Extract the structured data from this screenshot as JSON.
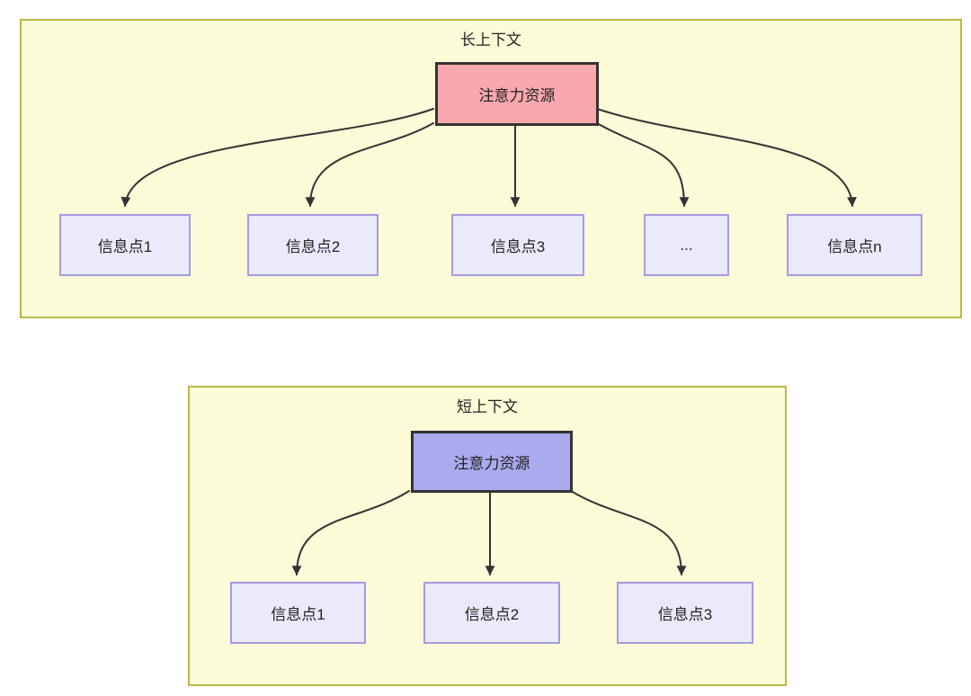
{
  "sections": {
    "long": {
      "title": "长上下文",
      "root_label": "注意力资源",
      "items": [
        "信息点1",
        "信息点2",
        "信息点3",
        "...",
        "信息点n"
      ]
    },
    "short": {
      "title": "短上下文",
      "root_label": "注意力资源",
      "items": [
        "信息点1",
        "信息点2",
        "信息点3"
      ]
    }
  },
  "colors": {
    "section_fill": "#fbfbd8",
    "section_border": "#b9b946",
    "long_root_fill": "#f9a8ae",
    "short_root_fill": "#aaaaee",
    "root_border": "#333333",
    "item_fill": "#eaeafb",
    "item_border": "#a49be2",
    "arrow": "#333333",
    "text": "#222222"
  }
}
